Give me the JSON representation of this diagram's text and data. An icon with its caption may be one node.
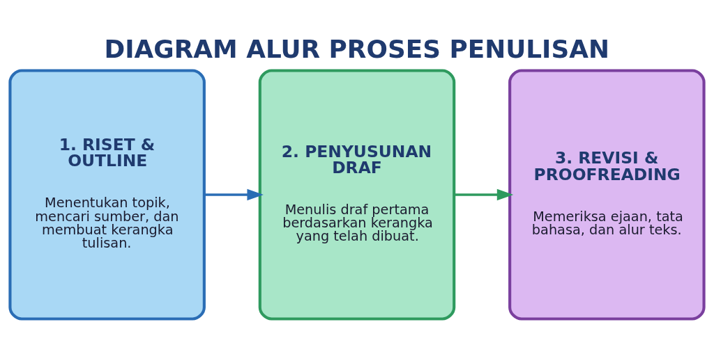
{
  "diagram": {
    "title": "DIAGRAM ALUR PROSES PENULISAN",
    "nodes": [
      {
        "text": [
          "1. RISET & OUTLINE",
          "Menentukan topik, mencari sumber, dan membuat kerangka tulisan."
        ]
      },
      {
        "text": [
          "2. PENYUSUNAN DRAF",
          "Menulis draf pertama berdasarkan kerangka yang telah dibuat."
        ]
      },
      {
        "text": [
          "3. REVISI & PROOFREADING",
          "Memeriksa ejaan, tata bahasa, dan alur teks."
        ]
      }
    ],
    "edges": [
      {
        "from": 0,
        "to": 1,
        "arrow": "to",
        "color": "#2a6db5"
      },
      {
        "from": 1,
        "to": 2,
        "arrow": "to",
        "color": "#2e9a5e"
      }
    ]
  }
}
